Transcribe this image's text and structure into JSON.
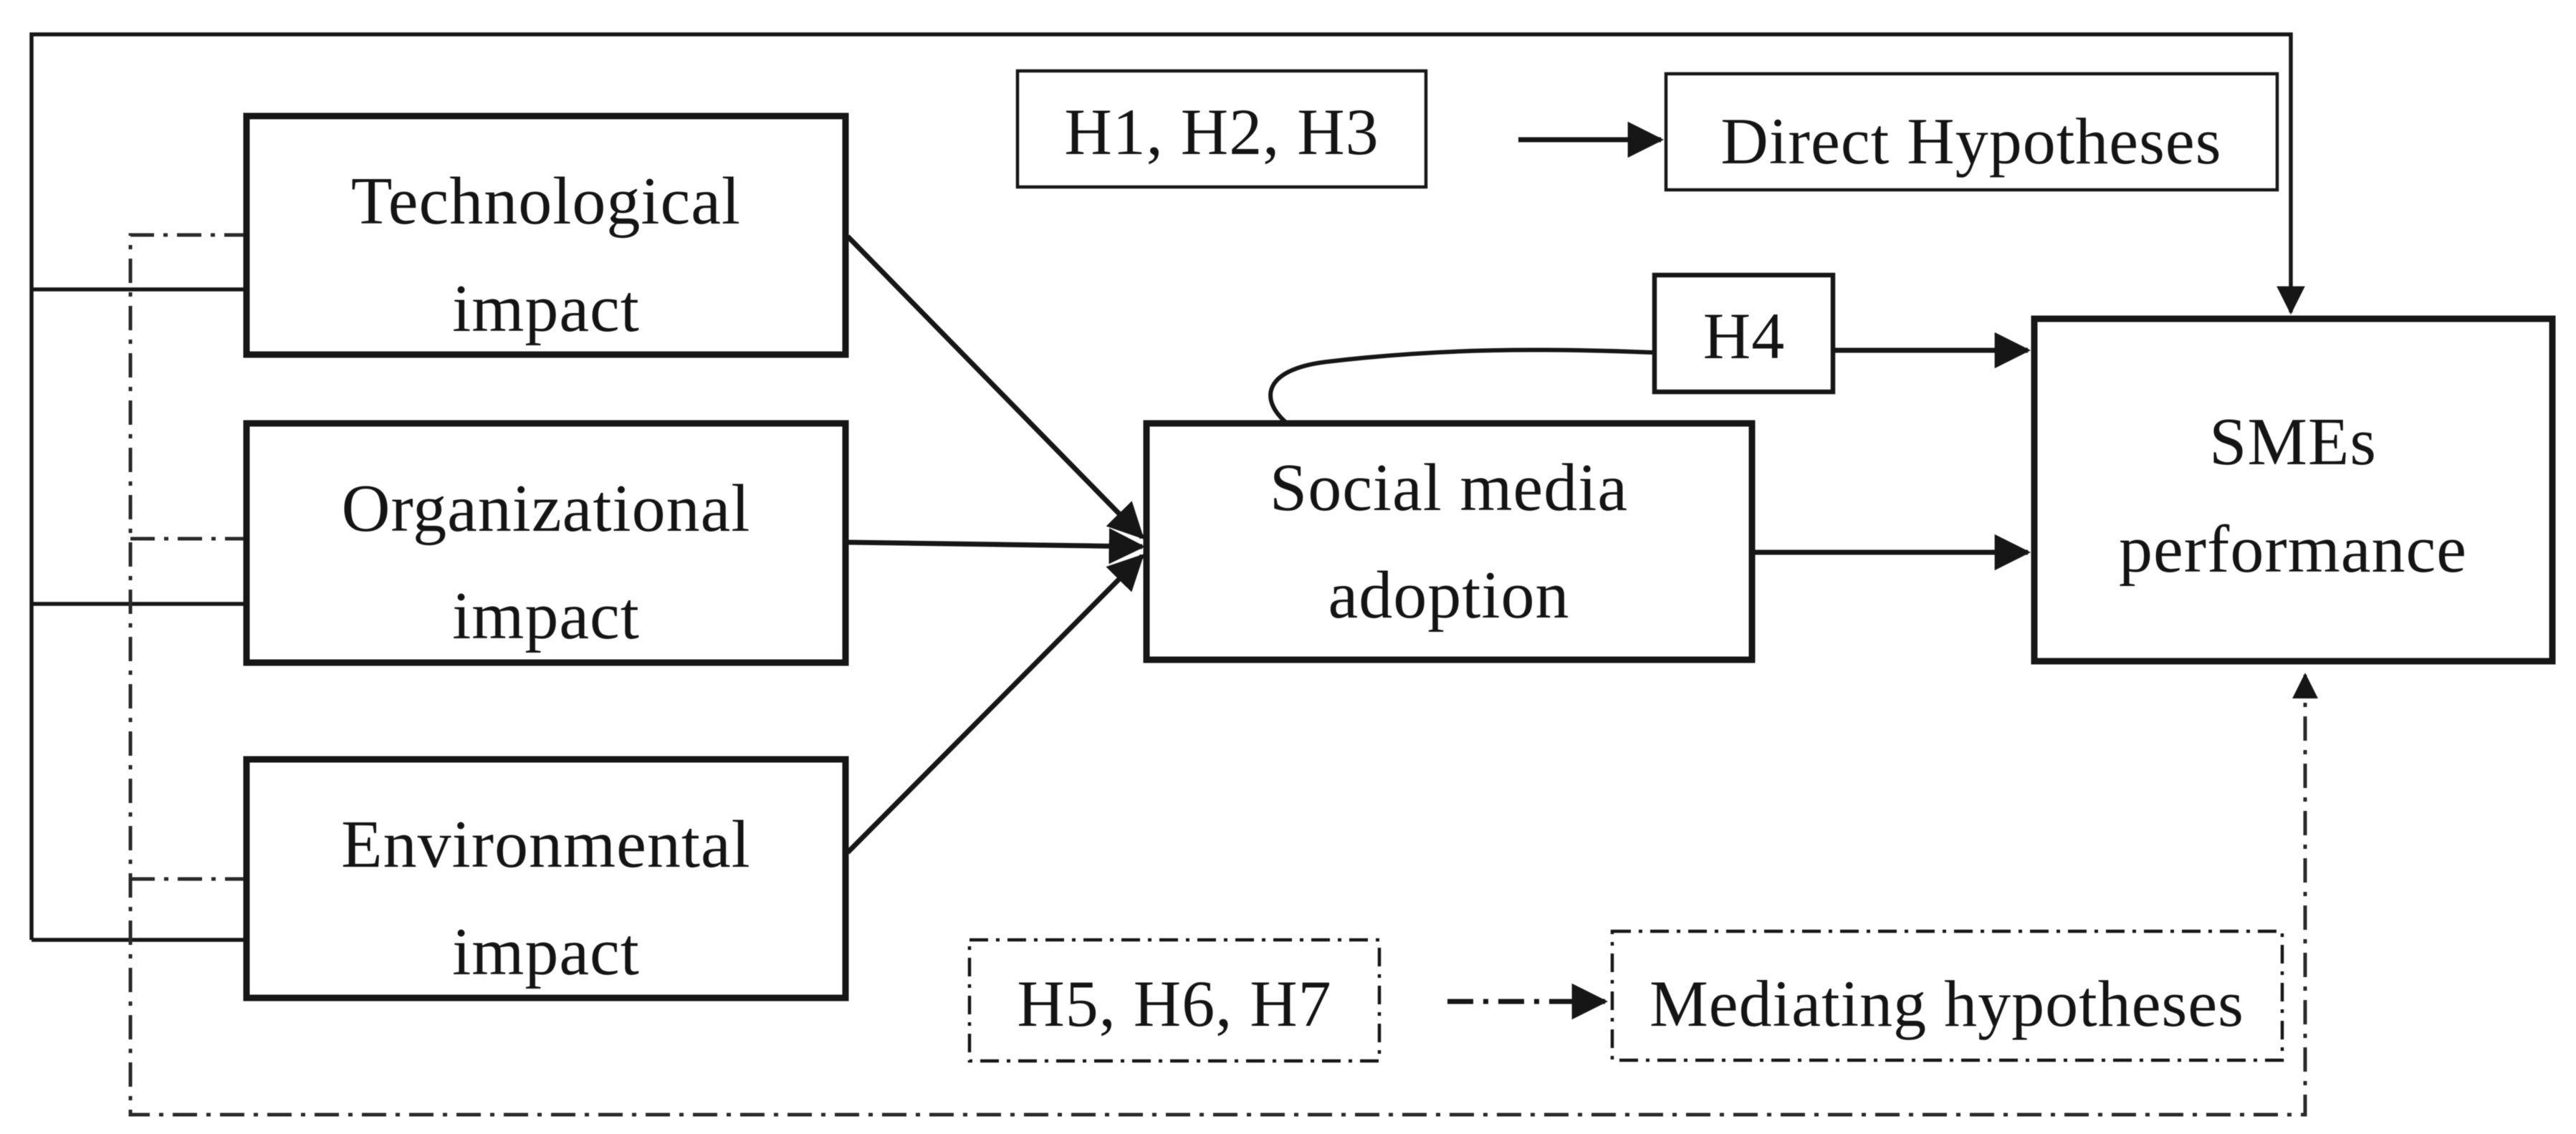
{
  "figure_type": "research-model-diagram",
  "nodes": {
    "technological": {
      "line1": "Technological",
      "line2": "impact"
    },
    "organizational": {
      "line1": "Organizational",
      "line2": "impact"
    },
    "environmental": {
      "line1": "Environmental",
      "line2": "impact"
    },
    "social_media": {
      "line1": "Social media",
      "line2": "adoption"
    },
    "smes": {
      "line1": "SMEs",
      "line2": "performance"
    },
    "h4": {
      "label": "H4"
    }
  },
  "legend": {
    "direct": {
      "codes": "H1, H2, H3",
      "meaning": "Direct Hypotheses",
      "line_style": "solid-arrow"
    },
    "mediating": {
      "codes": "H5, H6, H7",
      "meaning": "Mediating hypotheses",
      "line_style": "dash-dot-arrow"
    }
  },
  "relationships": {
    "technological_to_social": "solid-arrow",
    "organizational_to_social": "solid-arrow",
    "environmental_to_social": "solid-arrow",
    "social_to_smes": "solid-arrow",
    "social_to_smes_via_h4": "solid-arrow",
    "impacts_direct_to_smes_top": "solid-arrow",
    "impacts_mediated_to_smes_bottom": "dash-dot-arrow"
  },
  "colors": {
    "ink": "#161616",
    "background": "#ffffff",
    "box_fill": "#ffffff"
  }
}
